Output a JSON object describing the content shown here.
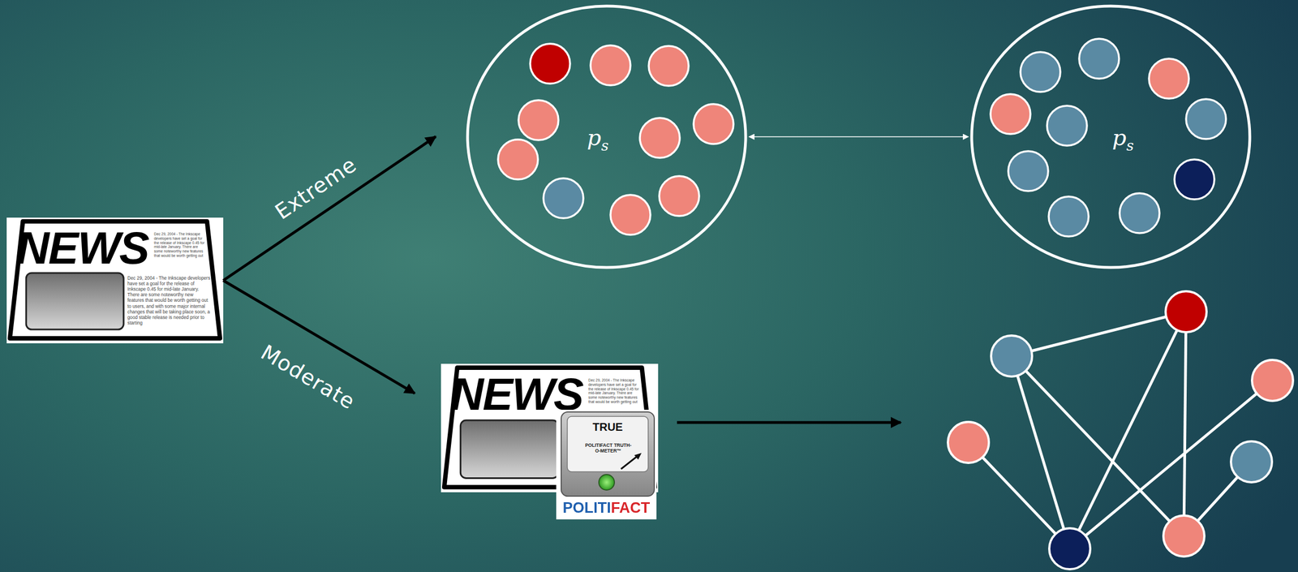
{
  "diagram": {
    "nodes": [
      {
        "text": [
          "NEWS",
          "Dec 29, 2004 - The Inkscape developers have set a goal for the release of Inkscape 0.45 for mid-late January. There are some noteworthy new features that would be worth getting out",
          "Dec 29, 2004 - The Inkscape developers have set a goal for the release of Inkscape 0.45 for mid-late January. There are some noteworthy new features that would be worth getting out to users, and with some major internal changes that will be taking place soon, a good stable release is needed prior to starting"
        ]
      },
      {
        "text": [
          "p",
          "s"
        ]
      },
      {
        "text": [
          "p",
          "s"
        ]
      },
      {
        "text": [
          "NEWS",
          "Dec 29, 2004 - The Inkscape developers have set a goal for the release of Inkscape 0.45 for mid-late January. There are some noteworthy new features that would be worth getting out"
        ]
      },
      {
        "text": [
          "TRUE",
          "POLITIFACT TRUTH-O-METER™",
          "POLITIFACT"
        ],
        "in": 3
      }
    ],
    "edges": [
      {
        "from": 0,
        "to": 1,
        "arrow": "to",
        "label": "Extreme"
      },
      {
        "from": 0,
        "to": 3,
        "arrow": "to",
        "label": "Moderate"
      },
      {
        "from": 1,
        "to": 2,
        "arrow": "both"
      }
    ]
  }
}
